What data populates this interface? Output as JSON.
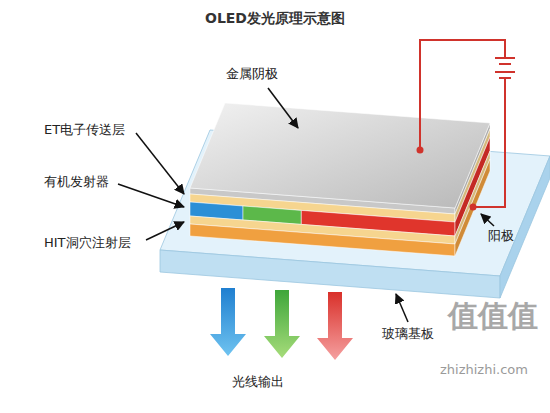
{
  "diagram": {
    "title": "OLED发光原理示意图",
    "labels": [
      "金属阴极",
      "ET电子传送层",
      "有机发射器",
      "HIT洞穴注射层",
      "阳极",
      "玻璃基板",
      "光线输出",
      "值值值",
      "zhizhizhi.com"
    ]
  }
}
